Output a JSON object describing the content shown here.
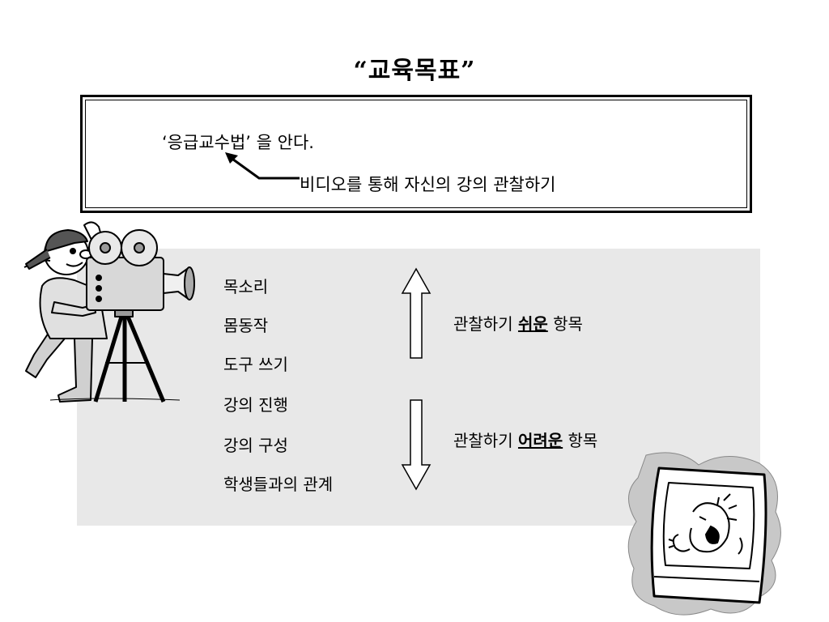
{
  "title": "“교육목표”",
  "goal": {
    "statement": "‘응급교수법’ 을 안다.",
    "note": "비디오를 통해 자신의 강의 관찰하기"
  },
  "items": [
    "목소리",
    "몸동작",
    "도구 쓰기",
    "강의 진행",
    "강의 구성",
    "학생들과의 관계"
  ],
  "categories": {
    "easy": {
      "prefix": "관찰하기 ",
      "emphasis": "쉬운",
      "suffix": " 항목"
    },
    "hard": {
      "prefix": "관찰하기 ",
      "emphasis": "어려운",
      "suffix": " 항목"
    }
  },
  "icons": {
    "cameraman": "cameraman-clipart-icon",
    "tv": "shouting-tv-clipart-icon",
    "up_arrow": "up-arrow-icon",
    "down_arrow": "down-arrow-icon"
  },
  "colors": {
    "panel": "#e8e8e8",
    "tv_splash": "#c8c8c8"
  }
}
